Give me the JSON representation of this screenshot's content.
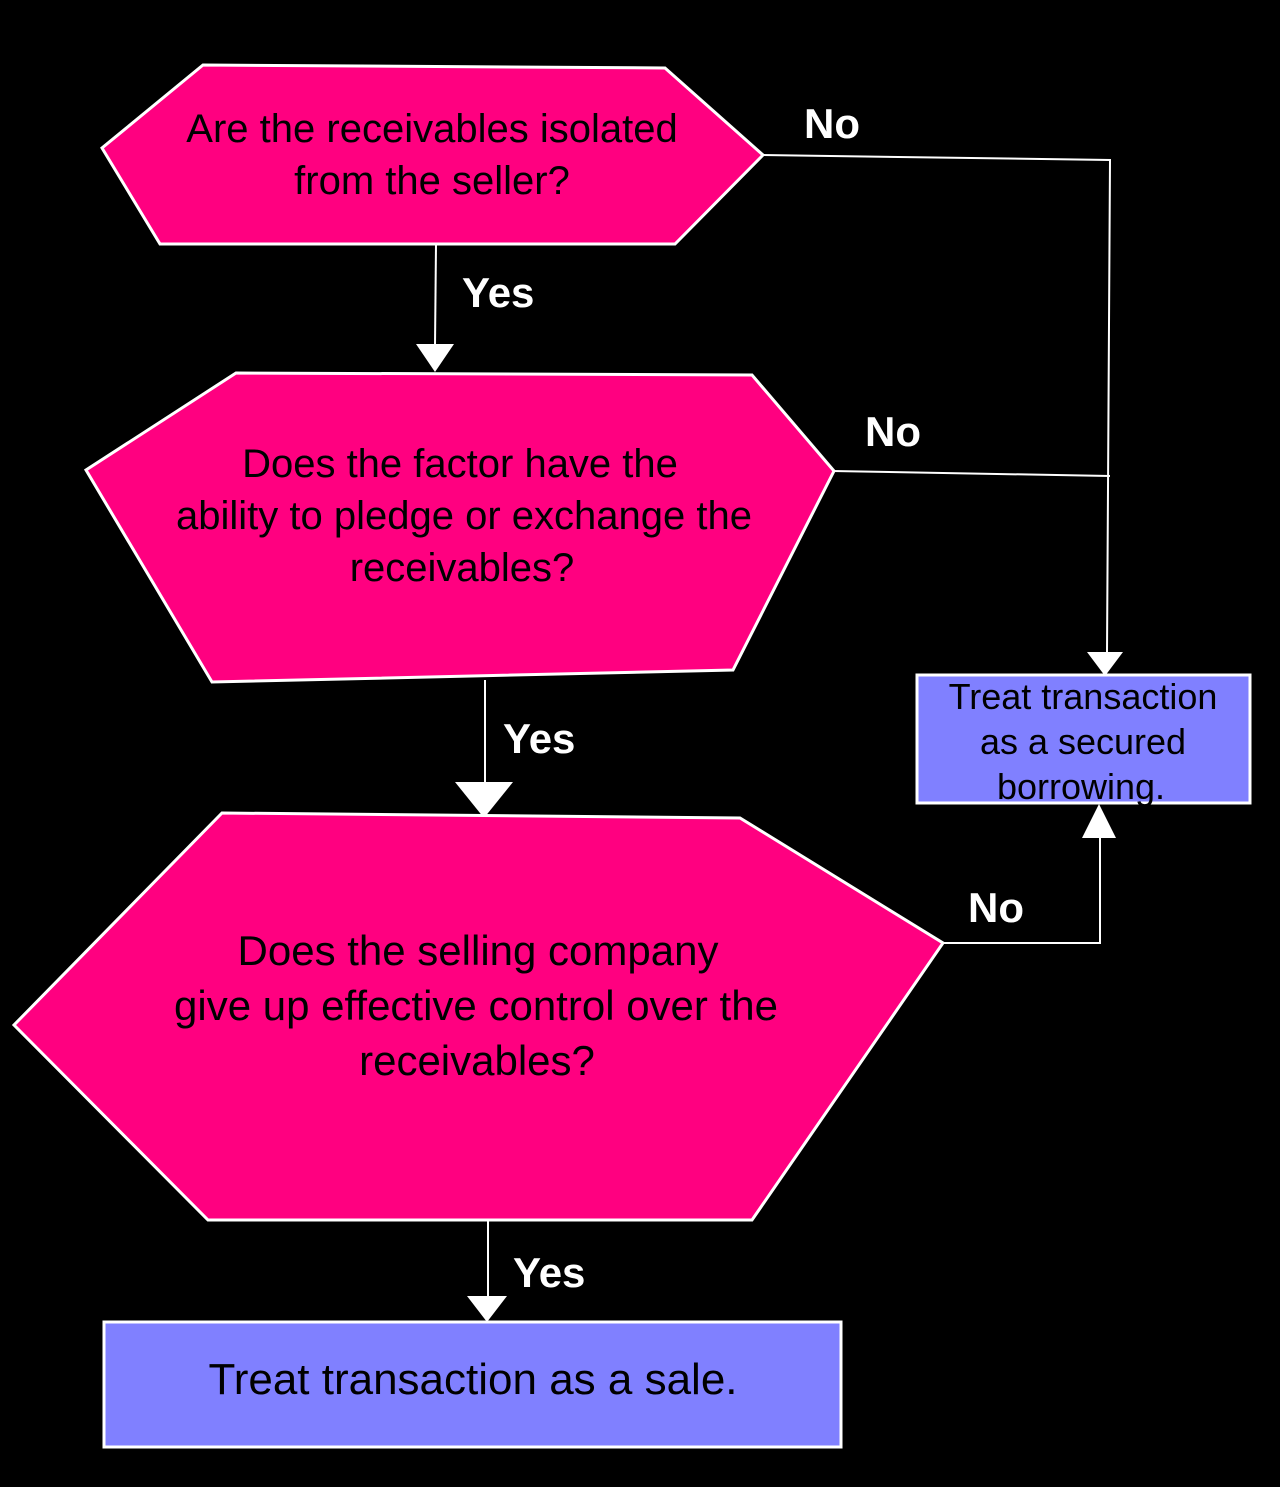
{
  "colors": {
    "background": "#000000",
    "decision_fill": "#ff0080",
    "result_fill": "#8080ff",
    "stroke": "#ffffff",
    "text": "#000000",
    "label": "#ffffff"
  },
  "decisions": [
    {
      "lines": [
        "Are the receivables isolated",
        "from the seller?"
      ]
    },
    {
      "lines": [
        "Does the factor have the",
        "ability to pledge or exchange the",
        "receivables?"
      ]
    },
    {
      "lines": [
        "Does the selling company",
        "give up effective control over the",
        "receivables?"
      ]
    }
  ],
  "results": {
    "secured": {
      "lines": [
        "Treat transaction",
        "as a secured",
        "borrowing."
      ]
    },
    "sale": {
      "lines": [
        "Treat transaction as a sale."
      ]
    }
  },
  "labels": {
    "no1": "No",
    "no2": "No",
    "no3": "No",
    "yes1": "Yes",
    "yes2": "Yes",
    "yes3": "Yes"
  }
}
